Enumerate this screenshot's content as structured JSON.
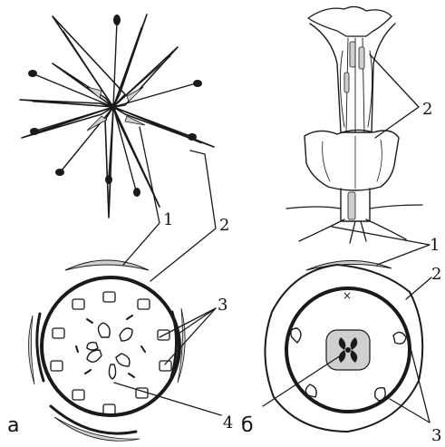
{
  "panel_a": {
    "letter": "а",
    "callouts": {
      "one": "1",
      "two": "2",
      "three": "3",
      "four": "4"
    }
  },
  "panel_b": {
    "letter": "б",
    "callouts": {
      "one": "1",
      "two_top": "2",
      "two_ring": "2",
      "three": "3"
    }
  }
}
